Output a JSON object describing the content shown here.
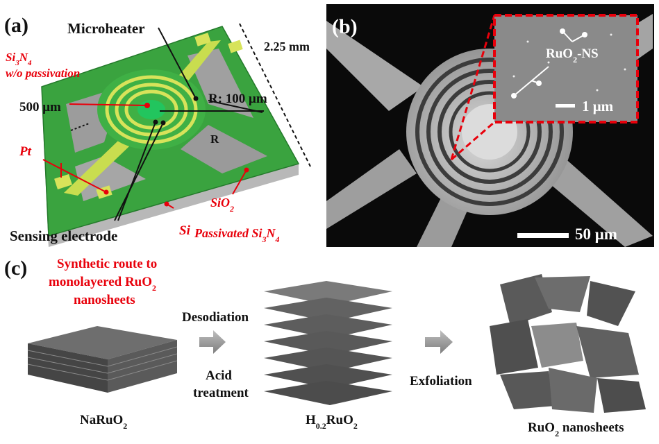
{
  "colors": {
    "chip_green": "#3aa33f",
    "chip_green_dark": "#247a2b",
    "chip_side": "#b9b9b9",
    "pt_yellow": "#d7e35a",
    "annotation_red": "#e8000b",
    "sem_background": "#0a0a0a",
    "sem_grey": "#9a9a9a"
  },
  "panel_a": {
    "label": "(a)",
    "microheater": "Microheater",
    "size": "2.25 mm",
    "si3n4_line1": "Si3N4",
    "si3n4_line2": "w/o passivation",
    "radius": "R: 100 μm",
    "width": "500 μm",
    "r": "R",
    "pt": "Pt",
    "sio2_line1": "SiO2",
    "sio2_line2": "Passivated Si3N4",
    "si": "Si",
    "sensing": "Sensing electrode"
  },
  "panel_b": {
    "label": "(b)",
    "inset_label": "RuO2-NS",
    "inset_scale": "1 μm",
    "scale": "50 μm"
  },
  "panel_c": {
    "label": "(c)",
    "title_line1": "Synthetic route to",
    "title_line2": "monolayered RuO2",
    "title_line3": "nanosheets",
    "desodiation": "Desodiation",
    "acid_line1": "Acid",
    "acid_line2": "treatment",
    "exfoliation": "Exfoliation",
    "naruo2": "NaRuO2",
    "h02ruo2": "H0.2RuO2",
    "ruo2_ns": "RuO2 nanosheets"
  }
}
